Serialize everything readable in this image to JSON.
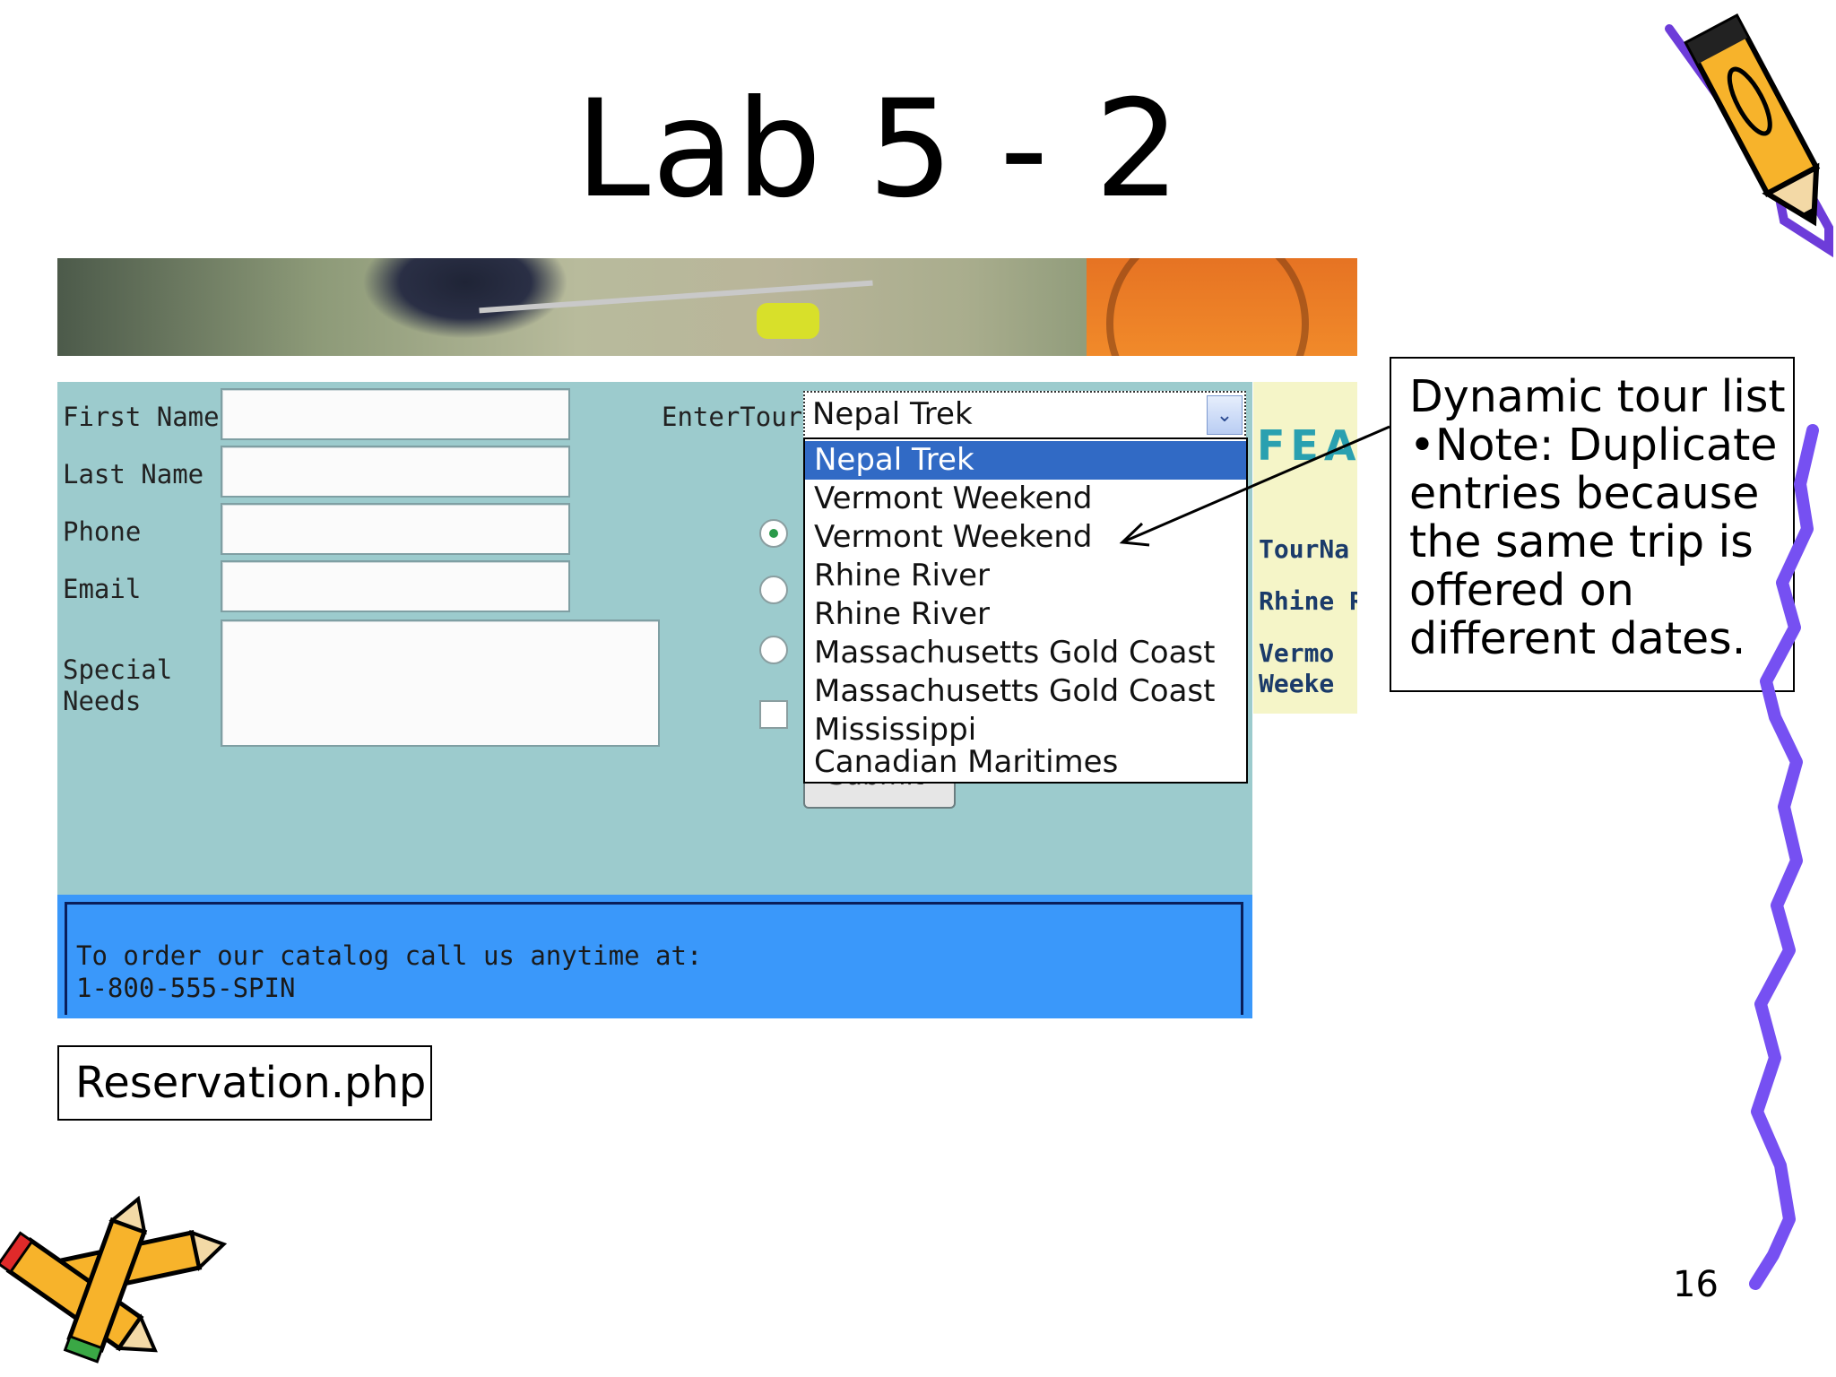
{
  "slide": {
    "title": "Lab 5 - 2",
    "page_number": "16"
  },
  "form": {
    "fields": [
      {
        "label": "First Name",
        "value": ""
      },
      {
        "label": "Last Name",
        "value": ""
      },
      {
        "label": "Phone",
        "value": ""
      },
      {
        "label": "Email",
        "value": ""
      }
    ],
    "special_needs_label_line1": "Special",
    "special_needs_label_line2": "Needs",
    "special_needs_value": "",
    "tour_label": "EnterTour",
    "tour_selected": "Nepal Trek",
    "tour_options": [
      "Nepal Trek",
      "Vermont Weekend",
      "Vermont Weekend",
      "Rhine River",
      "Rhine River",
      "Massachusetts Gold Coast",
      "Massachusetts Gold Coast",
      "Mississippi",
      "Canadian Maritimes"
    ],
    "submit_label": "Submit",
    "radio_selected_index": 0,
    "checkbox_checked": false
  },
  "sidecol": {
    "heading": "FEA",
    "lines": [
      "TourNa",
      "Rhine R",
      "Vermo",
      "Weeke"
    ]
  },
  "footer": {
    "line1": "To order our catalog call us anytime at:",
    "line2": "1-800-555-SPIN"
  },
  "file_label": "Reservation.php",
  "note": {
    "lines": [
      "Dynamic tour list",
      "•Note: Duplicate",
      "entries because",
      "the same trip is",
      "offered on",
      "different dates."
    ]
  },
  "colors": {
    "panel": "#9ccbcd",
    "footer": "#3a98fa",
    "selection": "#316ac5",
    "sidecol": "#f5f5c8"
  }
}
